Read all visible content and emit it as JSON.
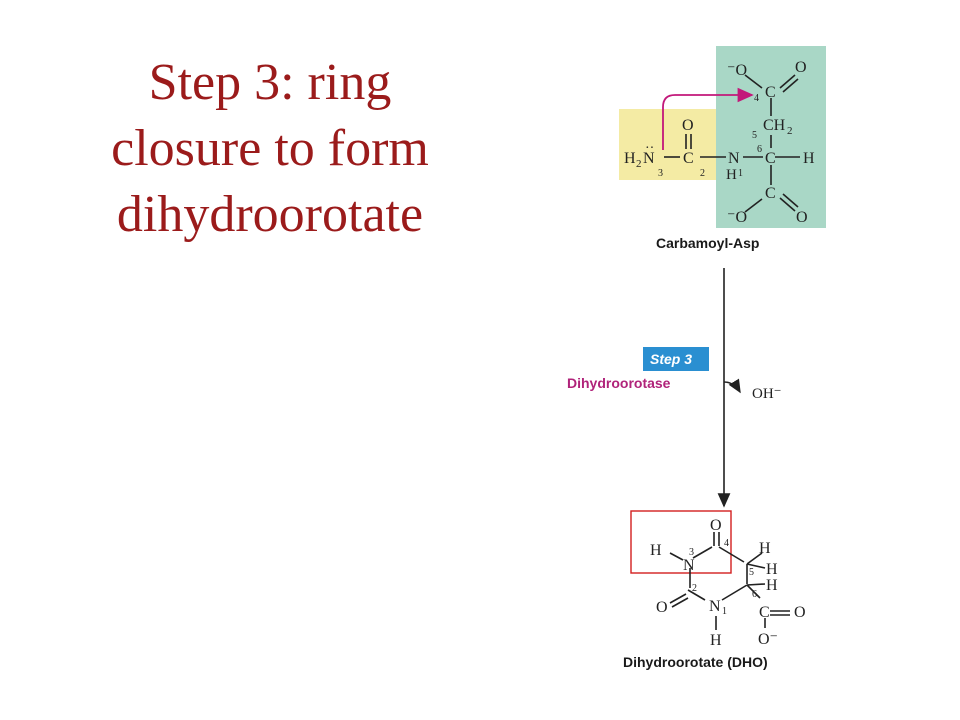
{
  "slide": {
    "title_lines": [
      "Step 3: ring",
      "closure to form",
      "dihydroorotate"
    ]
  },
  "colors": {
    "title": "#9b1b1b",
    "aspartate_box": "#a9d7c6",
    "carbamoyl_box": "#f4eba4",
    "arrow_magenta": "#c2187a",
    "enzyme_text": "#b0237a",
    "step_badge": "#2a8fd1",
    "highlight_box": "#d31f1f"
  },
  "carbamoyl_asp": {
    "name": "Carbamoyl-Asp",
    "atoms": {
      "o_minus_top": "⁻O",
      "o_top": "O",
      "c_top": "C",
      "num4": "4",
      "ch2": "CH",
      "ch2_sub": "2",
      "num5": "5",
      "o_carbonyl": "O",
      "h2n": "H",
      "h2n_sub": "2",
      "h2n_n": "N",
      "dots": "··",
      "num3": "3",
      "c_amide": "C",
      "num2": "2",
      "n_center": "N",
      "h1": "H",
      "num1": "1",
      "c_center": "C",
      "num6": "6",
      "h_right": "H",
      "c_bottom": "C",
      "o_minus_bottom": "⁻O",
      "o_bottom": "O"
    }
  },
  "step": {
    "badge": "Step 3",
    "enzyme": "Dihydroorotase",
    "byproduct": "OH⁻"
  },
  "dho": {
    "name": "Dihydroorotate (DHO)",
    "atoms": {
      "o_top": "O",
      "num4": "4",
      "h_n3": "H",
      "n3": "N",
      "num3": "3",
      "h5a": "H",
      "num5": "5",
      "h5b": "H",
      "h6": "H",
      "num6": "6",
      "num2": "2",
      "o_c2": "O",
      "n1": "N",
      "num1": "1",
      "c_carboxyl": "C",
      "o_carboxyl": "O",
      "o_minus": "O⁻",
      "h_n1": "H"
    }
  }
}
